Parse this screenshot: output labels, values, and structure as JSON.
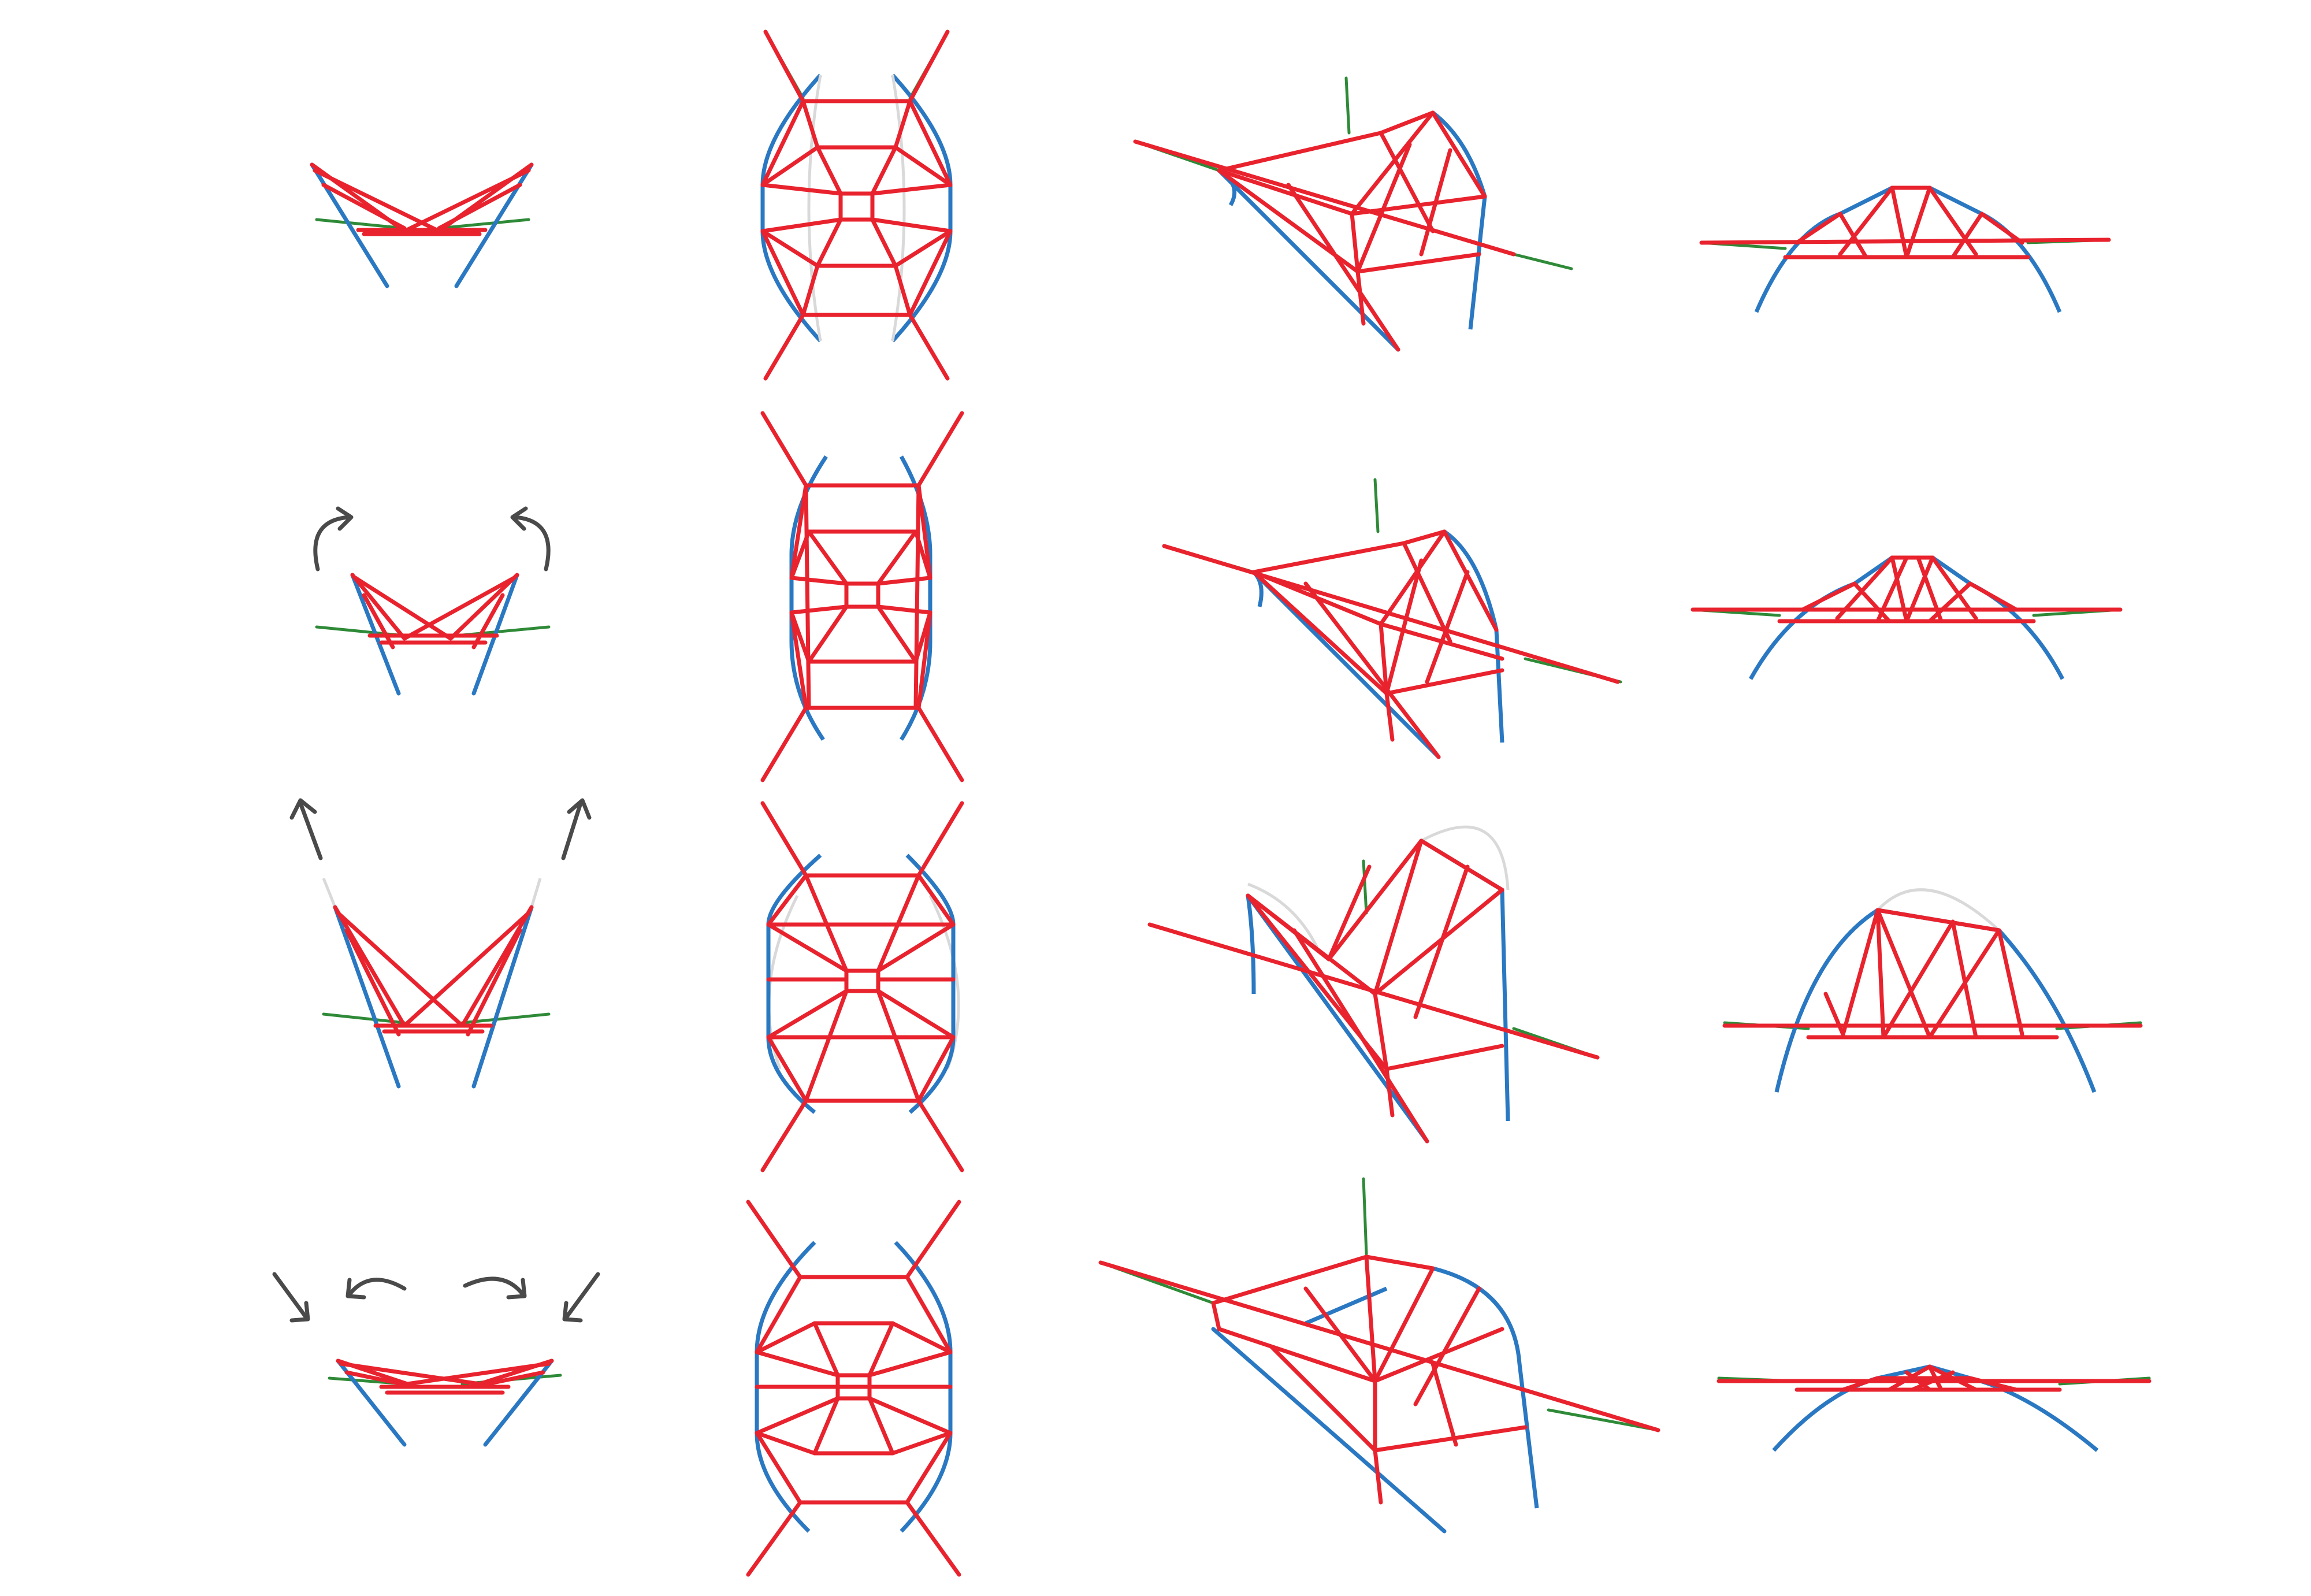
{
  "figure": {
    "rows": 4,
    "columns": 4,
    "colors": {
      "strut": "#e8232e",
      "cable": "#2a78c2",
      "anchor": "#2f8a38",
      "ghost_curve": "#d9d9d9",
      "arrow": "#4a4a4a",
      "background": "#ffffff"
    },
    "row_motion_icons": [
      "none",
      "curved-outward-arrow-icon",
      "diagonal-up-arrow-icon",
      "inward-down-and-curved-arrow-icon"
    ]
  }
}
